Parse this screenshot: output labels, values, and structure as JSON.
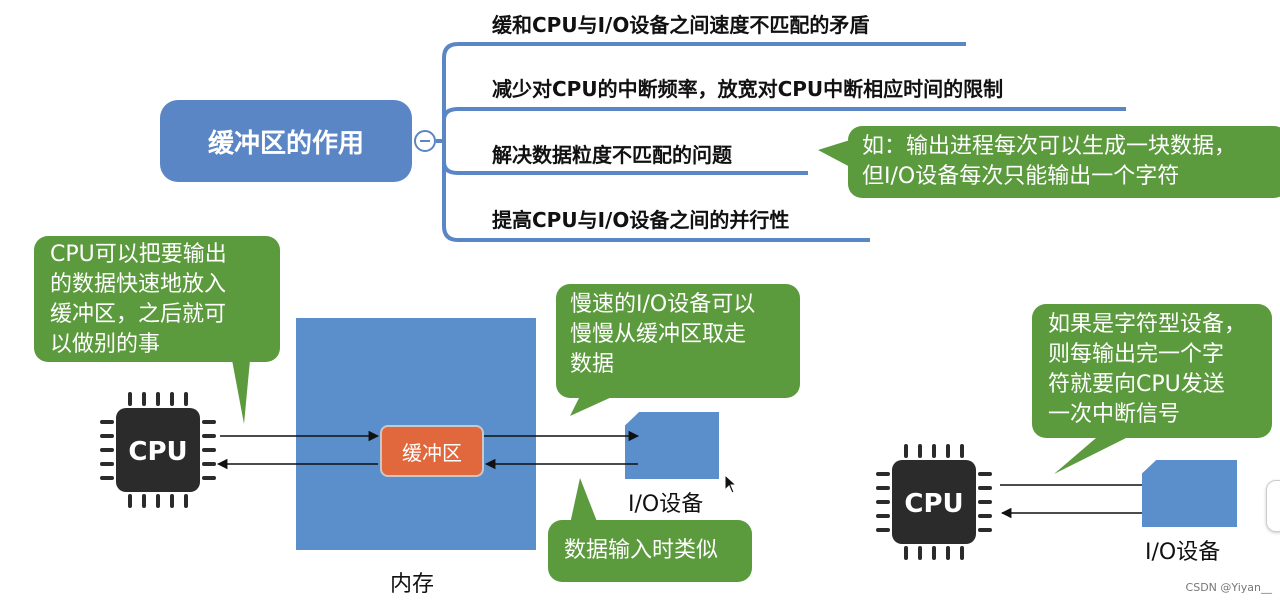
{
  "mindmap": {
    "root": "缓冲区的作用",
    "branches": [
      "缓和CPU与I/O设备之间速度不匹配的矛盾",
      "减少对CPU的中断频率，放宽对CPU中断相应时间的限制",
      "解决数据粒度不匹配的问题",
      "提高CPU与I/O设备之间的并行性"
    ]
  },
  "callouts": {
    "granularity_example": [
      "如：输出进程每次可以生成一块数据，",
      "但I/O设备每次只能输出一个字符"
    ],
    "cpu_note": [
      "CPU可以把要输出",
      "的数据快速地放入",
      "缓冲区，之后就可",
      "以做别的事"
    ],
    "slow_device_note": [
      "慢速的I/O设备可以",
      "慢慢从缓冲区取走",
      "数据"
    ],
    "input_note": "数据输入时类似",
    "char_device_note": [
      "如果是字符型设备，",
      "则每输出完一个字",
      "符就要向CPU发送",
      "一次中断信号"
    ]
  },
  "left_diagram": {
    "cpu_label": "CPU",
    "buffer_label": "缓冲区",
    "memory_label": "内存",
    "device_label": "I/O设备"
  },
  "right_diagram": {
    "cpu_label": "CPU",
    "device_label": "I/O设备"
  },
  "watermark": "CSDN @Yiyan__",
  "colors": {
    "node_blue": "#5b86c6",
    "memory_blue": "#5b8fcb",
    "callout_green": "#5c9a3e",
    "buffer_orange": "#e0683c",
    "chip_dark": "#2b2b2b"
  }
}
